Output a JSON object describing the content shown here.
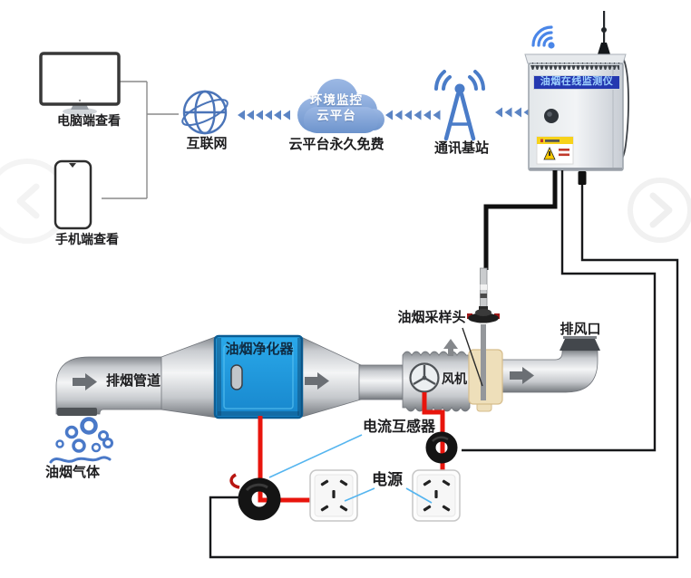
{
  "colors": {
    "chevron_blue": "#5b84c4",
    "cloud_blue": "#7292c8",
    "icon_blue": "#4a79c8",
    "purifier_blue": "#1f9fe3",
    "device_banner_bg": "#2438b0",
    "device_banner_text": "#9fd2ff",
    "power_cable_red": "#e8150d",
    "signal_cable_black": "#1a1a1a",
    "pointer_line_blue": "#55b5ef",
    "duct_gray": "#c9ccd0"
  },
  "nodes": {
    "computer": {
      "label": "电脑端查看",
      "icon": "desktop-monitor-icon"
    },
    "phone": {
      "label": "手机端查看",
      "icon": "smartphone-icon"
    },
    "internet": {
      "label": "互联网",
      "icon": "globe-icon"
    },
    "cloud": {
      "line1": "环境监控",
      "line2": "云平台",
      "caption": "云平台永久免费",
      "icon": "cloud-icon"
    },
    "station": {
      "label": "通讯基站",
      "icon": "antenna-tower-icon"
    },
    "device": {
      "banner": "油烟在线监测仪",
      "icon": "monitoring-cabinet-icon"
    },
    "pipe": {
      "label": "排烟管道"
    },
    "purifier": {
      "label": "油烟净化器"
    },
    "fan": {
      "label": "风机",
      "icon": "fan-icon"
    },
    "sampling": {
      "label": "油烟采样头"
    },
    "vent": {
      "label": "排风口"
    },
    "fume": {
      "label": "油烟气体",
      "icon": "bubbles-icon"
    },
    "ct": {
      "label": "电流互感器"
    },
    "power": {
      "label": "电源"
    }
  }
}
